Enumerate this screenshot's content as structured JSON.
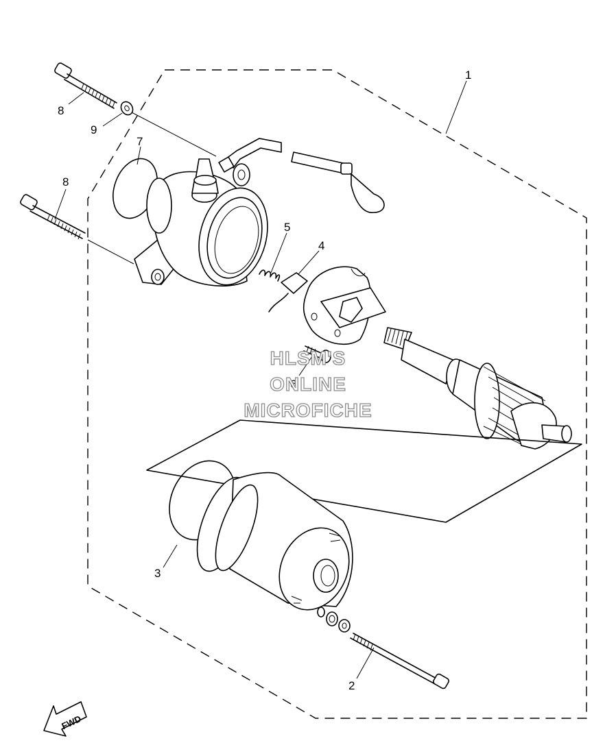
{
  "callouts": {
    "c1": "1",
    "c2": "2",
    "c3": "3",
    "c4": "4",
    "c5": "5",
    "c6": "6",
    "c7": "7",
    "c8a": "8",
    "c8b": "8",
    "c9": "9"
  },
  "watermark": {
    "line1": "HLSM'S",
    "line2": "ONLINE",
    "line3": "MICROFICHE"
  },
  "fwd_label": "FWD"
}
